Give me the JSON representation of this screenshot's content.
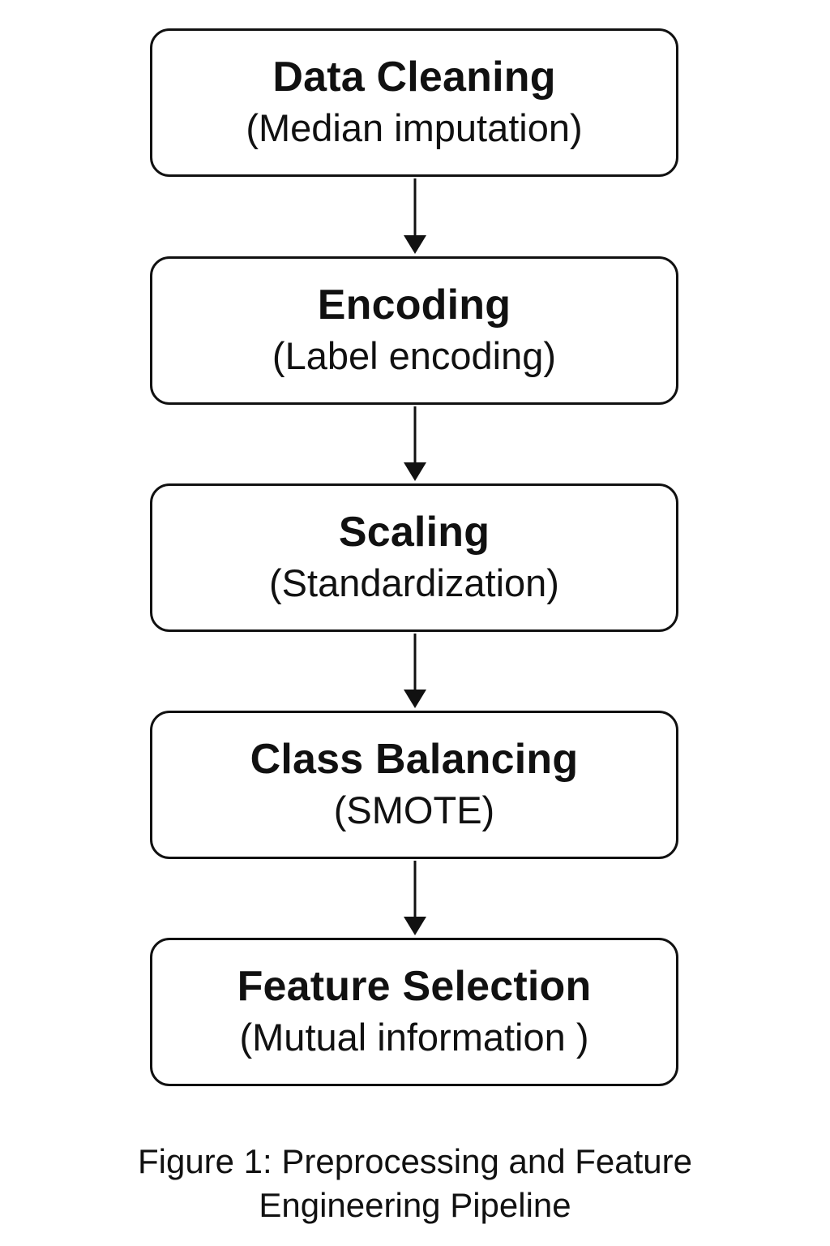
{
  "steps": [
    {
      "title": "Data Cleaning",
      "subtitle": "(Median imputation)"
    },
    {
      "title": "Encoding",
      "subtitle": "(Label encoding)"
    },
    {
      "title": "Scaling",
      "subtitle": "(Standardization)"
    },
    {
      "title": "Class Balancing",
      "subtitle": "(SMOTE)"
    },
    {
      "title": "Feature Selection",
      "subtitle": "(Mutual information )"
    }
  ],
  "caption": {
    "line1": "Figure 1: Preprocessing and Feature",
    "line2": "Engineering Pipeline"
  },
  "colors": {
    "stroke": "#111111",
    "background": "#ffffff"
  }
}
